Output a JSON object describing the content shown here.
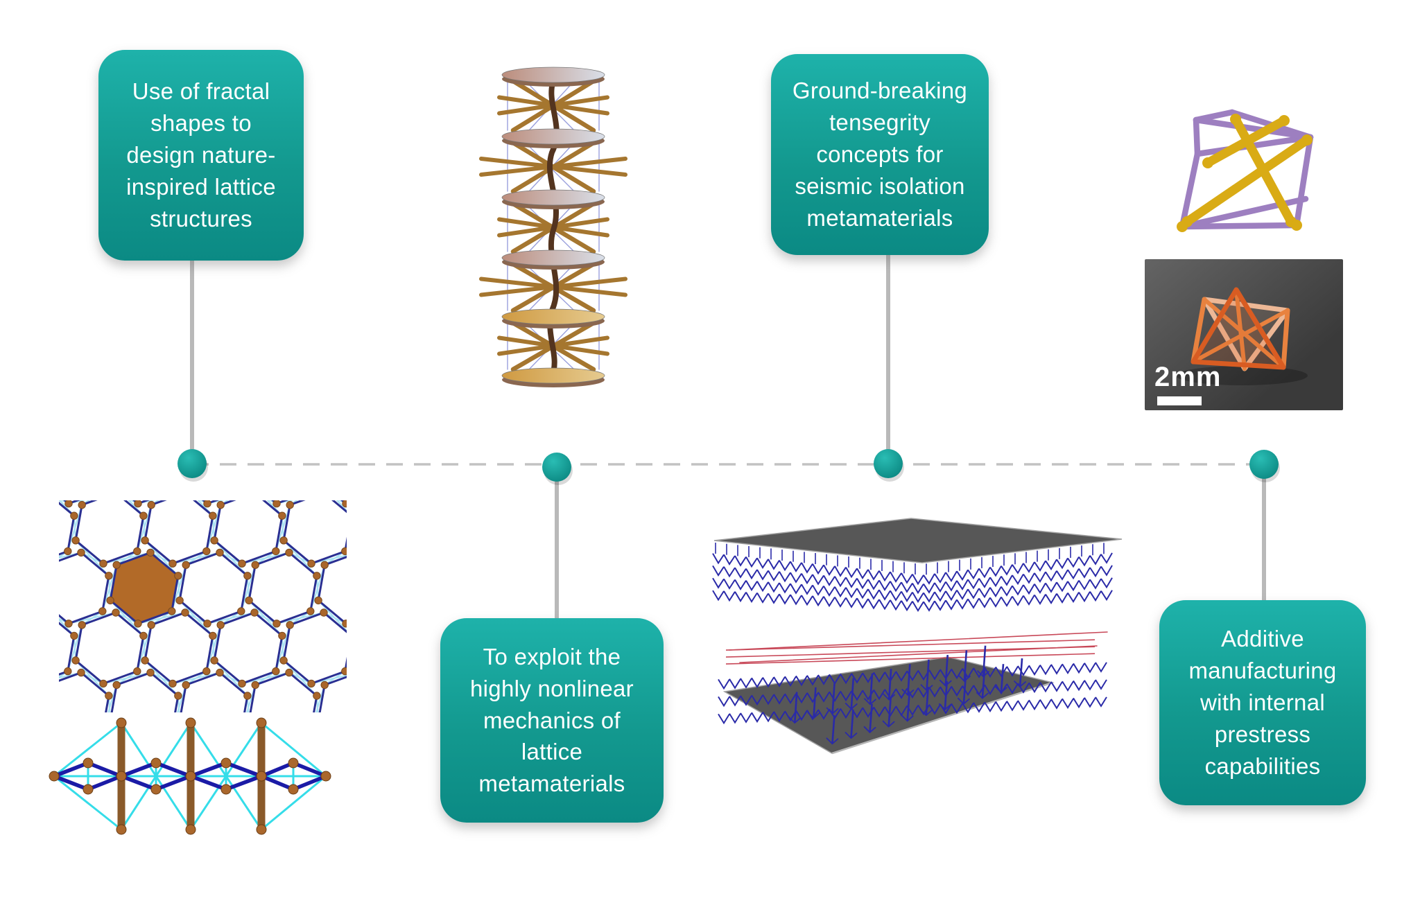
{
  "canvas": {
    "background": "#ffffff"
  },
  "accent": {
    "teal_top": "#1eb2aa",
    "teal_mid": "#13998f",
    "teal_bottom": "#0b8a84",
    "text_color": "#ffffff"
  },
  "timeline": {
    "dash_color": "#c2c2c2",
    "connector_color": "#b9b9b9",
    "node_fill_light": "#2abdb4",
    "node_fill_dark": "#0a8680",
    "node_count": 4
  },
  "callouts": [
    {
      "id": "fractal-shapes",
      "lines": [
        "Use of fractal",
        "shapes to",
        "design nature-",
        "inspired lattice",
        "structures"
      ]
    },
    {
      "id": "tensegrity-concepts",
      "lines": [
        "Ground-breaking",
        "tensegrity",
        "concepts for",
        "seismic isolation",
        "metamaterials"
      ]
    },
    {
      "id": "nonlinear-mechanics",
      "lines": [
        "To exploit the",
        "highly nonlinear",
        "mechanics of",
        "lattice",
        "metamaterials"
      ]
    },
    {
      "id": "additive-manufacturing",
      "lines": [
        "Additive",
        "manufacturing",
        "with internal",
        "prestress",
        "capabilities"
      ]
    }
  ],
  "figures": {
    "tensegrity_column": {
      "strut_color": "#a5762f",
      "cable_color": "#9aa0dd",
      "spine_color": "#53341f",
      "disc_light": "#d9dfe9",
      "disc_pink": "#bc8d7c",
      "disc_gold": "#cf9a42",
      "disc_gold_light": "#e6cb90",
      "disc_rim": "#8a6750"
    },
    "chiral_honeycomb": {
      "edge_color": "#2a2f92",
      "ligament_color": "#a9e2f2",
      "node_color": "#a9662b",
      "filled_cell_color": "#b26a28"
    },
    "planar_truss": {
      "cable_color": "#35dde9",
      "tendon_color": "#1b1ba6",
      "bar_color": "#8a5a2a",
      "node_color": "#aa672c"
    },
    "lattice_simulation": {
      "plate_color": "#575757",
      "plate_edge_color": "#a0a0a0",
      "lattice_color": "#2a2aa8",
      "midplane_color": "#c84858"
    },
    "tensegrity_unit": {
      "frame_color": "#9d7fc0",
      "strut_color": "#d9ab15"
    },
    "printed_sample": {
      "background_dark": "#3a3a3a",
      "background_light": "#646464",
      "material_light": "#edb896",
      "material_mid": "#e8823f",
      "material_deep": "#d85c22",
      "scale_label": "2mm",
      "scale_bar_color": "#ffffff",
      "label_color": "#ffffff"
    }
  }
}
